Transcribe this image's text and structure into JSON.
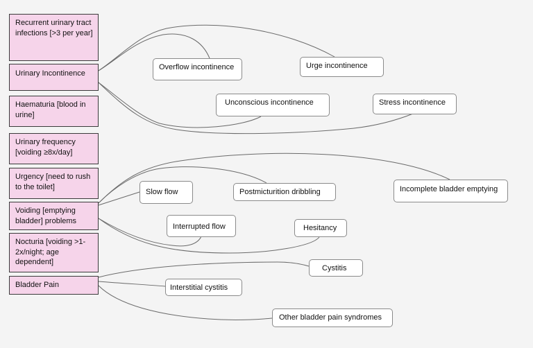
{
  "categories": [
    {
      "id": "recurrent-uti",
      "label": "Recurrent urinary tract infections [>3 per year]"
    },
    {
      "id": "urinary-incontinence",
      "label": "Urinary Incontinence"
    },
    {
      "id": "haematuria",
      "label": "Haematuria [blood in urine]"
    },
    {
      "id": "urinary-frequency",
      "label": "Urinary frequency [voiding ≥8x/day]"
    },
    {
      "id": "urgency",
      "label": "Urgency [need to rush to the toilet]"
    },
    {
      "id": "voiding-problems",
      "label": "Voiding [emptying bladder] problems"
    },
    {
      "id": "nocturia",
      "label": "Nocturia [voiding >1-2x/night; age dependent]"
    },
    {
      "id": "bladder-pain",
      "label": "Bladder Pain"
    }
  ],
  "subtypes": [
    {
      "id": "overflow-incontinence",
      "label": "Overflow incontinence",
      "parent": "urinary-incontinence"
    },
    {
      "id": "urge-incontinence",
      "label": "Urge incontinence",
      "parent": "urinary-incontinence"
    },
    {
      "id": "unconscious-incontinence",
      "label": "Unconscious incontinence",
      "parent": "urinary-incontinence"
    },
    {
      "id": "stress-incontinence",
      "label": "Stress incontinence",
      "parent": "urinary-incontinence"
    },
    {
      "id": "slow-flow",
      "label": "Slow flow",
      "parent": "voiding-problems"
    },
    {
      "id": "postmicturition-dribbling",
      "label": "Postmicturition dribbling",
      "parent": "voiding-problems"
    },
    {
      "id": "incomplete-bladder-emptying",
      "label": "Incomplete bladder emptying",
      "parent": "voiding-problems"
    },
    {
      "id": "interrupted-flow",
      "label": "Interrupted flow",
      "parent": "voiding-problems"
    },
    {
      "id": "hesitancy",
      "label": "Hesitancy",
      "parent": "voiding-problems"
    },
    {
      "id": "cystitis",
      "label": "Cystitis",
      "parent": "bladder-pain"
    },
    {
      "id": "interstitial-cystitis",
      "label": "Interstitial cystitis",
      "parent": "bladder-pain"
    },
    {
      "id": "other-bladder-pain-syndromes",
      "label": "Other bladder pain syndromes",
      "parent": "bladder-pain"
    }
  ]
}
